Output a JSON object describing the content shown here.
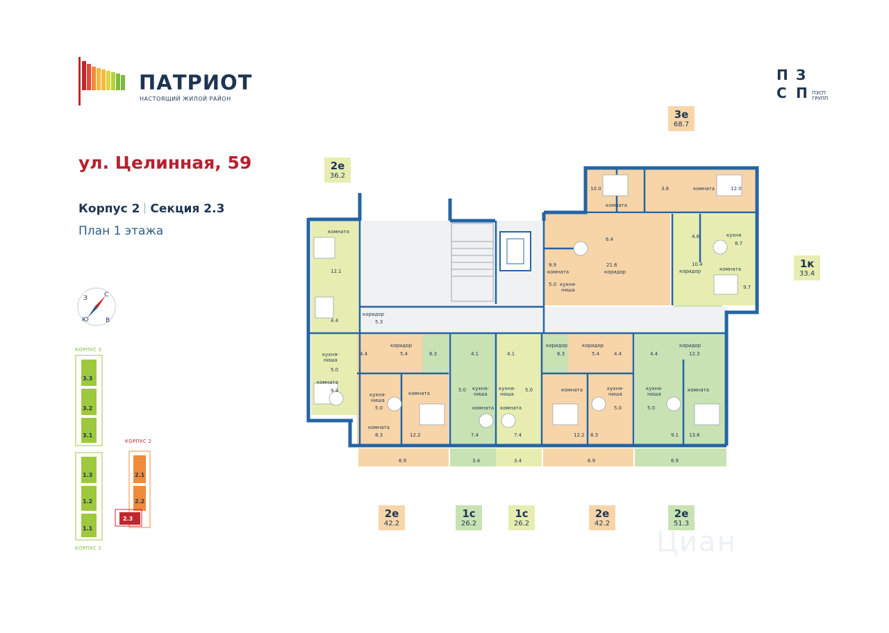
{
  "brand": {
    "name": "ПАТРИОТ",
    "tagline": "НАСТОЯЩИЙ ЖИЛОЙ РАЙОН",
    "colors": [
      "#c0272d",
      "#e5493a",
      "#f08a3c",
      "#f6b840",
      "#b9cf3d",
      "#7fb93f"
    ]
  },
  "developer": {
    "letters": [
      "П",
      "З",
      "С",
      "П"
    ],
    "name_lines": [
      "ПЗСП",
      "ГРУПП"
    ]
  },
  "header": {
    "address": "ул. Целинная, 59",
    "building": "Корпус 2",
    "section": "Секция 2.3",
    "floor_plan": "План 1 этажа"
  },
  "compass": {
    "n": "С",
    "s": "Ю",
    "w": "З",
    "e": "В"
  },
  "apartment_tags": [
    {
      "type": "2е",
      "area": "36.2",
      "color": "yellow"
    },
    {
      "type": "3е",
      "area": "68.7",
      "color": "orange"
    },
    {
      "type": "1к",
      "area": "33.4",
      "color": "yellow"
    },
    {
      "type": "2е",
      "area": "42.2",
      "color": "orange"
    },
    {
      "type": "1с",
      "area": "26.2",
      "color": "green"
    },
    {
      "type": "1с",
      "area": "26.2",
      "color": "yellow"
    },
    {
      "type": "2е",
      "area": "42.2",
      "color": "orange"
    },
    {
      "type": "2е",
      "area": "51.3",
      "color": "green"
    }
  ],
  "room_labels": {
    "komnata": "комната",
    "koridor": "коридор",
    "kuhnya": "кухня",
    "kuhnya_nisha": "кухня-\nниша"
  },
  "room_areas": {
    "apt_2e_36": {
      "komnata_1": "12.1",
      "bath": "4.4",
      "koridor": "5.3",
      "kitchen": "5.0",
      "komnata_2": "9.4"
    },
    "apt_3e_68": {
      "komnata_1": "10.0",
      "bath": "3.8",
      "komnata_2": "12.0",
      "bath_2": "6.4",
      "koridor": "21.6",
      "komnata_3": "9.9",
      "kitchen": "5.0"
    },
    "apt_1k_33": {
      "bath": "4.6",
      "kitchen": "8.7",
      "koridor": "10.4",
      "komnata": "9.7"
    },
    "apt_2e_42_left": {
      "bath": "4.4",
      "koridor": "5.4",
      "bath_2": "6.3",
      "kitchen": "5.0",
      "komnata_1": "8.3",
      "komnata_2": "12.2",
      "balcony": "6.9"
    },
    "apt_1c_left": {
      "bath": "4.1",
      "kitchen": "5.0",
      "komnata": "7.4",
      "balcony": "3.4"
    },
    "apt_1c_right": {
      "bath": "4.1",
      "kitchen": "5.0",
      "komnata": "7.4",
      "balcony": "3.4"
    },
    "apt_2e_42_right": {
      "bath": "6.3",
      "koridor": "5.4",
      "bath_2": "4.4",
      "komnata_1": "12.2",
      "komnata_2": "8.3",
      "kitchen": "5.0",
      "balcony": "6.9"
    },
    "apt_2e_51": {
      "bath": "4.4",
      "koridor": "12.3",
      "kitchen": "5.0",
      "komnata_1": "9.1",
      "komnata_2": "13.6",
      "balcony": "6.9"
    }
  },
  "site_map": {
    "korpus3": "КОРПУС 3",
    "korpus1": "КОРПУС 1",
    "korpus2": "КОРПУС 2",
    "sections_k3": [
      "3.3",
      "3.2",
      "3.1"
    ],
    "sections_k1": [
      "1.3",
      "1.2",
      "1.1"
    ],
    "sections_k2": [
      "2.1",
      "2.2",
      "2.3"
    ],
    "colors": {
      "k1": "#9ec83d",
      "k3": "#9ec83d",
      "k2": "#f08a3c",
      "active": "#c0272d"
    }
  },
  "watermark": "Циан"
}
